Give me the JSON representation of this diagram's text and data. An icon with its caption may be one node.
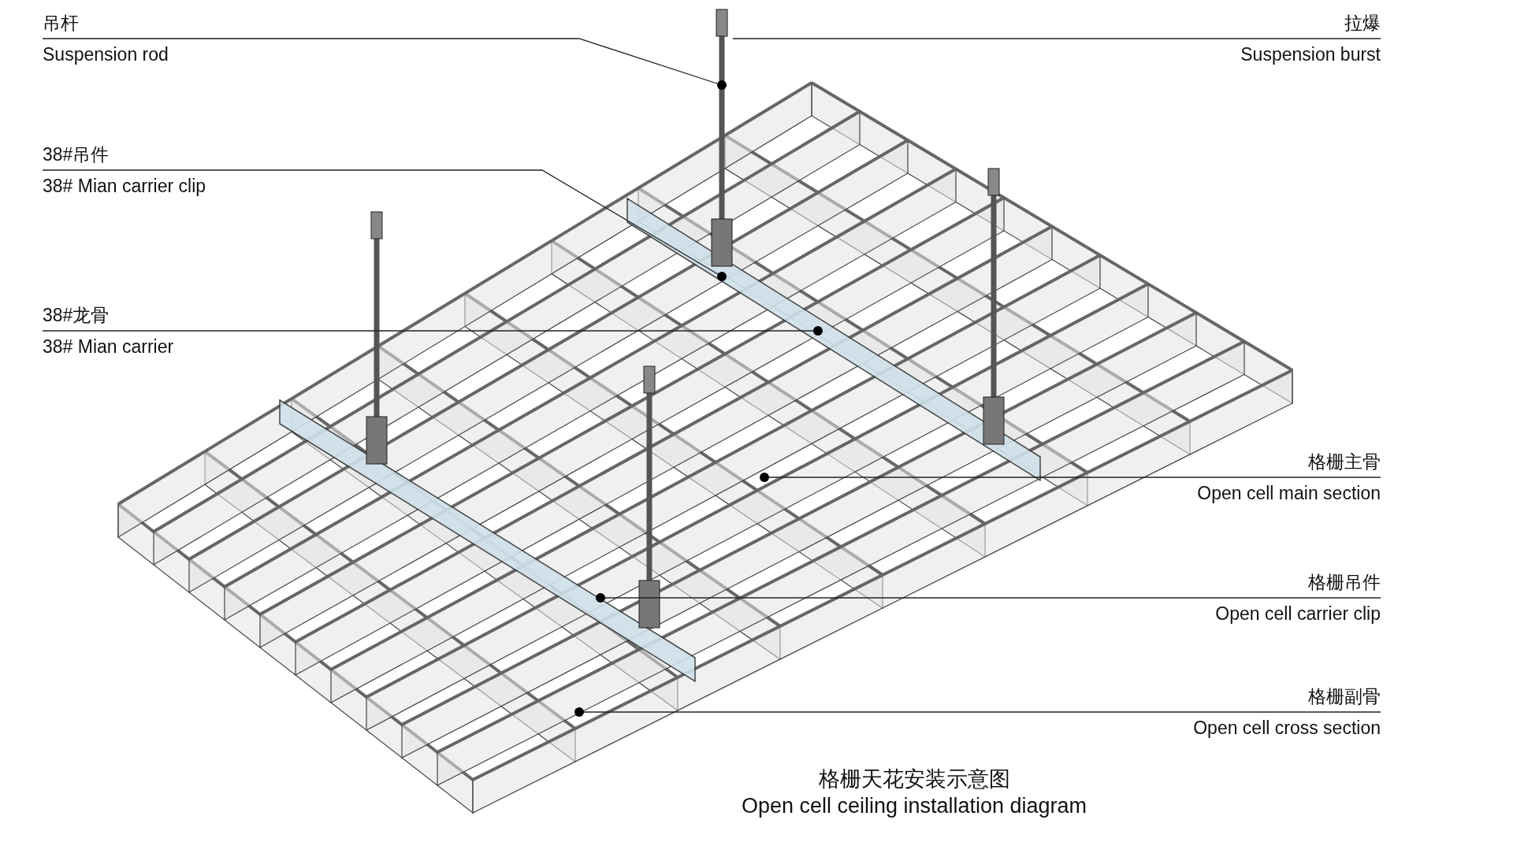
{
  "diagram": {
    "title": "格栅天花安装示意图",
    "caption": "Open cell ceiling installation diagram",
    "nodes": [
      {
        "text": [
          "吊杆",
          "Suspension rod"
        ]
      },
      {
        "text": [
          "拉爆",
          "Suspension burst"
        ]
      },
      {
        "text": [
          "38#吊件",
          "38# Mian carrier clip"
        ]
      },
      {
        "text": [
          "38#龙骨",
          "38# Mian carrier"
        ]
      },
      {
        "text": [
          "格栅主骨",
          "Open cell main section"
        ]
      },
      {
        "text": [
          "格栅吊件",
          "Open cell carrier clip"
        ]
      },
      {
        "text": [
          "格栅副骨",
          "Open cell cross section"
        ]
      }
    ],
    "edges": [
      {
        "from": 0,
        "to": null,
        "arrow": "other"
      },
      {
        "from": 1,
        "to": null,
        "arrow": "none"
      },
      {
        "from": 2,
        "to": null,
        "arrow": "other"
      },
      {
        "from": 3,
        "to": null,
        "arrow": "other"
      },
      {
        "from": 4,
        "to": null,
        "arrow": "other"
      },
      {
        "from": 5,
        "to": null,
        "arrow": "other"
      },
      {
        "from": 6,
        "to": null,
        "arrow": "other"
      }
    ]
  }
}
